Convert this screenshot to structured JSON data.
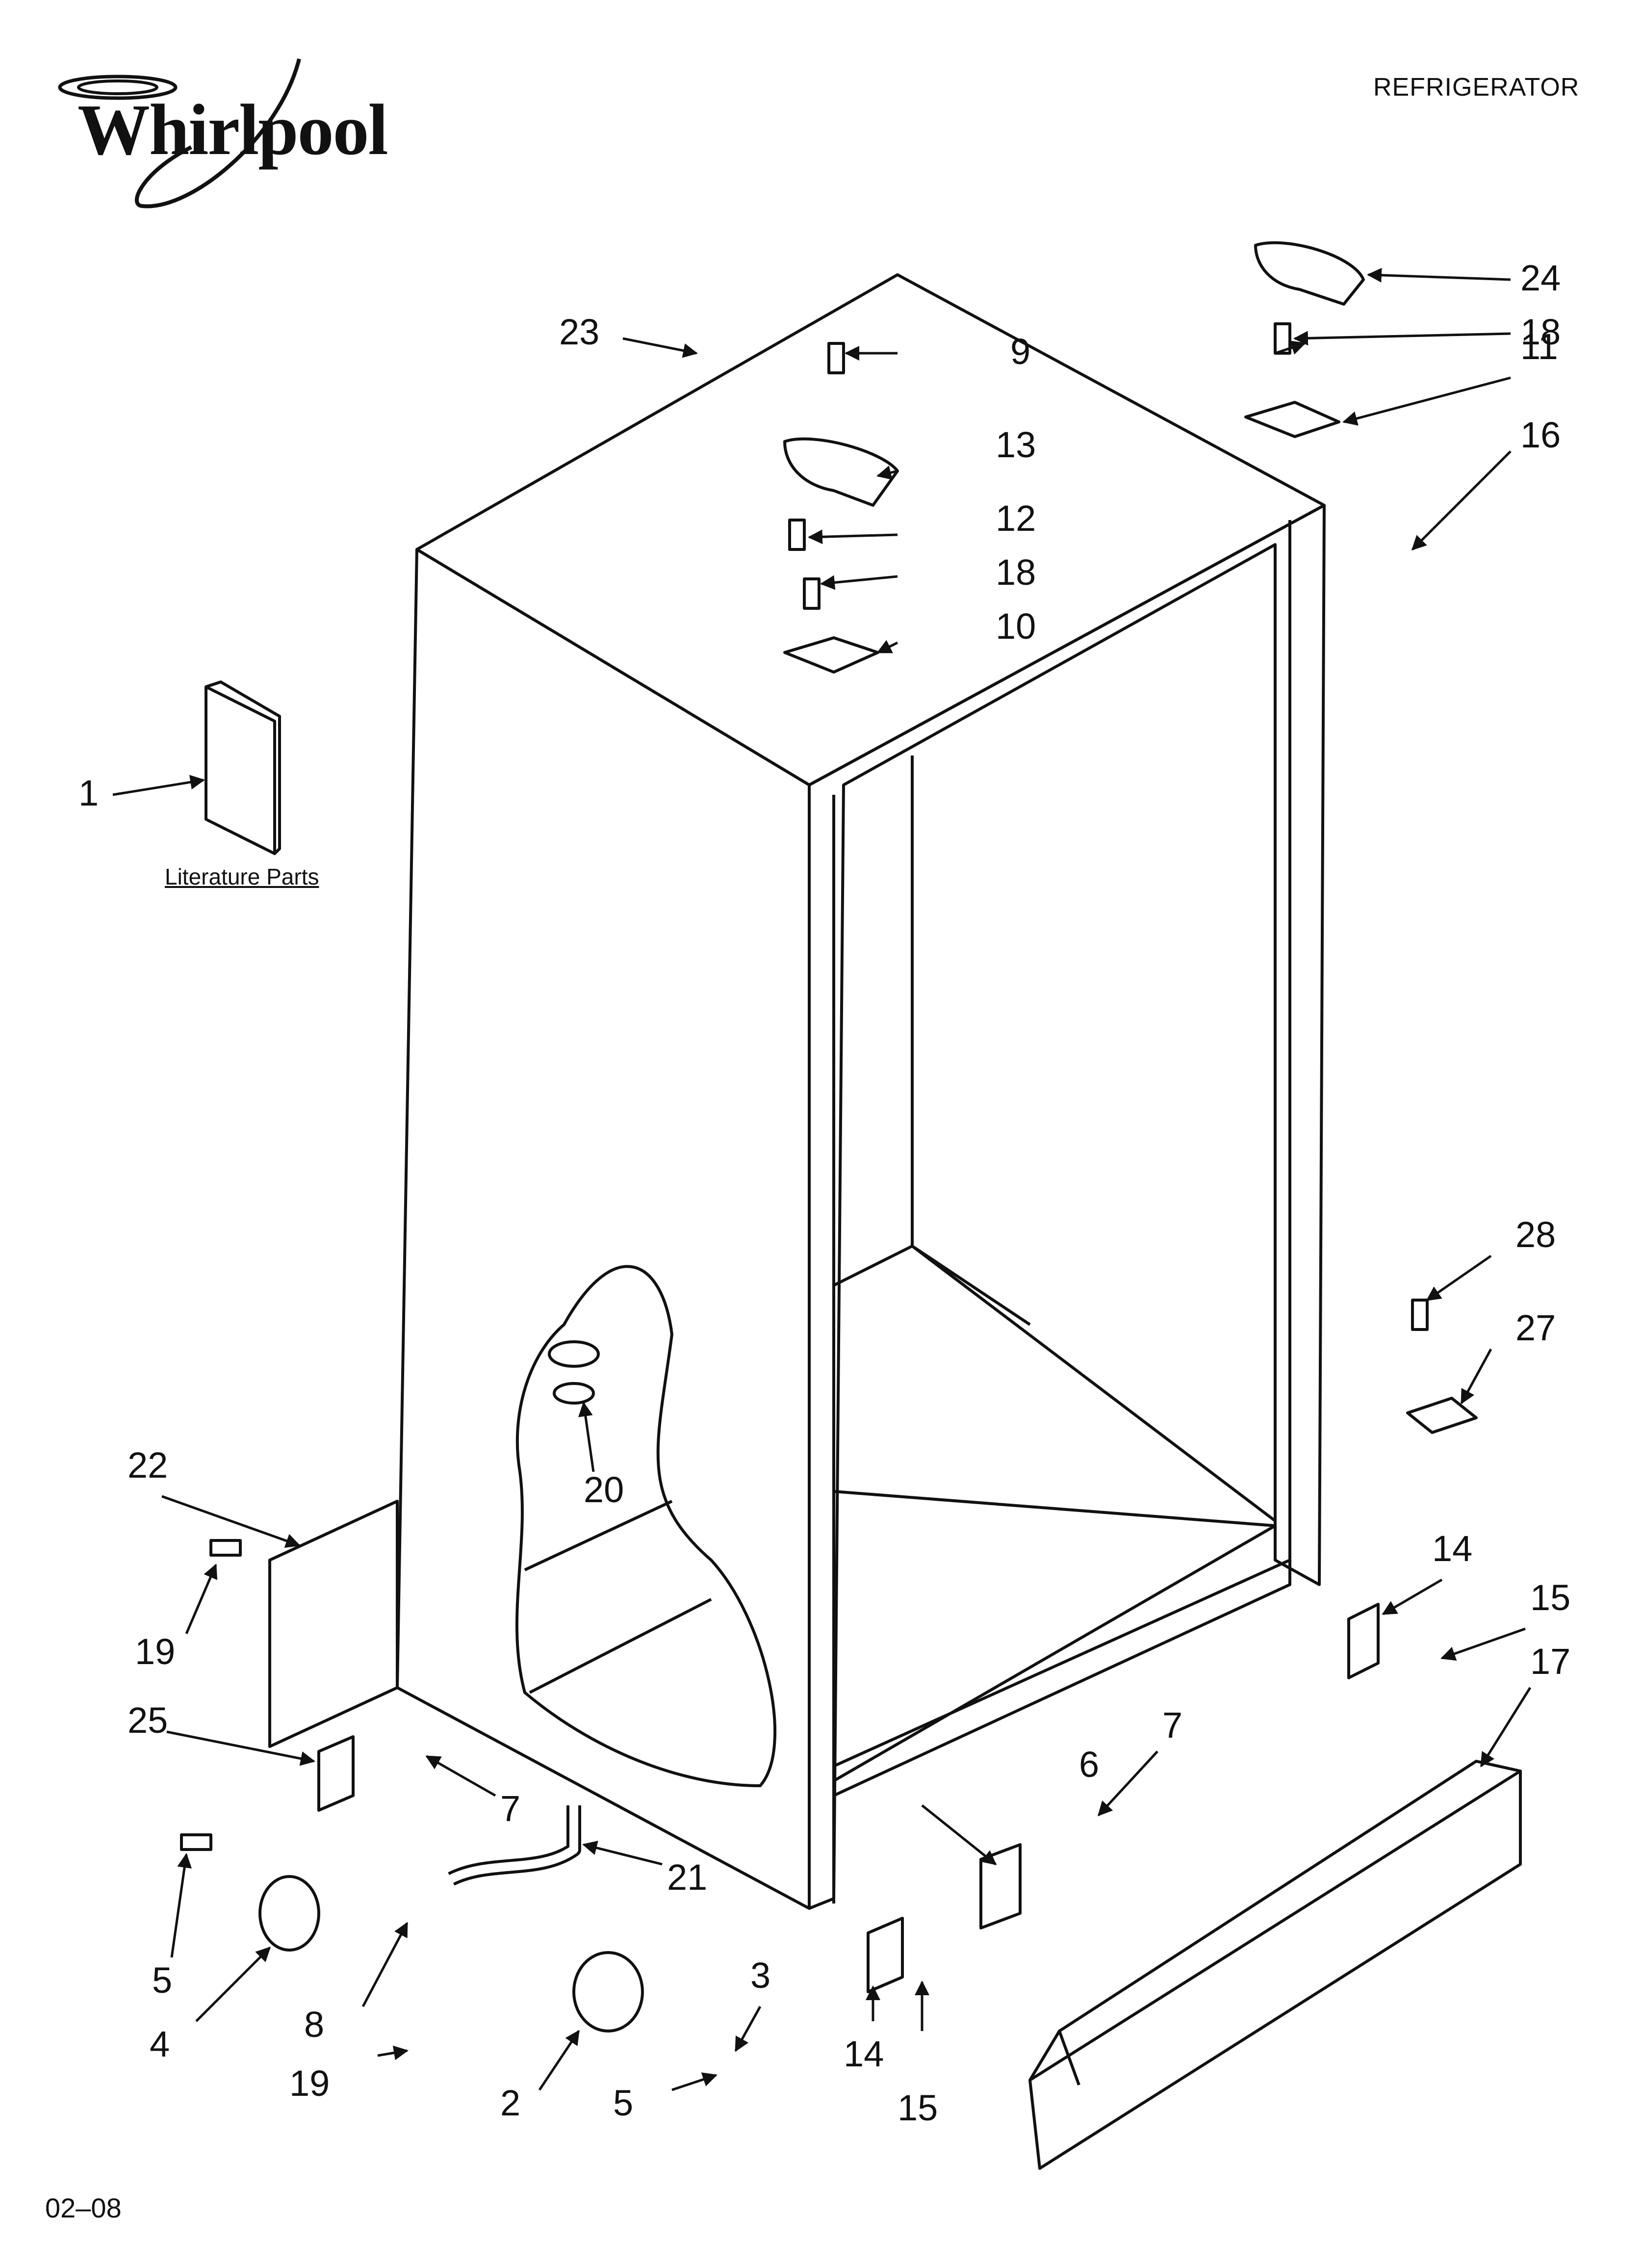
{
  "header": {
    "brand": "Whirlpool",
    "title": "REFRIGERATOR"
  },
  "literature_caption": "Literature Parts",
  "footer": {
    "code": "02–08"
  },
  "callouts": {
    "c1": "1",
    "c2": "2",
    "c3": "3",
    "c4": "4",
    "c5a": "5",
    "c5b": "5",
    "c6": "6",
    "c7a": "7",
    "c7b": "7",
    "c8": "8",
    "c9": "9",
    "c10": "10",
    "c11": "11",
    "c12": "12",
    "c13": "13",
    "c14a": "14",
    "c14b": "14",
    "c15a": "15",
    "c15b": "15",
    "c16": "16",
    "c17": "17",
    "c18a": "18",
    "c18b": "18",
    "c19a": "19",
    "c19b": "19",
    "c20": "20",
    "c21": "21",
    "c22": "22",
    "c23": "23",
    "c24": "24",
    "c25": "25",
    "c27": "27",
    "c28": "28"
  }
}
